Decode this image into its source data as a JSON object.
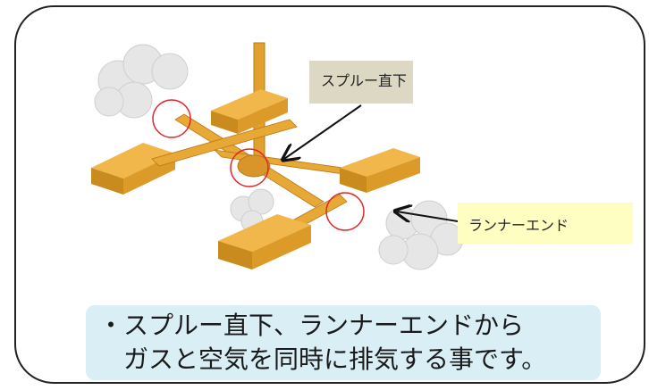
{
  "labels": {
    "sprue_bottom": "スプルー直下",
    "runner_end": "ランナーエンド"
  },
  "caption": {
    "line1": "・スプルー直下、ランナーエンドから",
    "line2": "ガスと空気を同時に排気する事です。"
  },
  "colors": {
    "wood": "#e2a12e",
    "wood_dark": "#b77a17",
    "highlight_circle": "#e0262b",
    "smoke": "#e4e4e4",
    "caption_bg": "#d9eef5",
    "sprue_label_bg": "#ddd8c4",
    "runner_label_bg": "#fefec2"
  }
}
